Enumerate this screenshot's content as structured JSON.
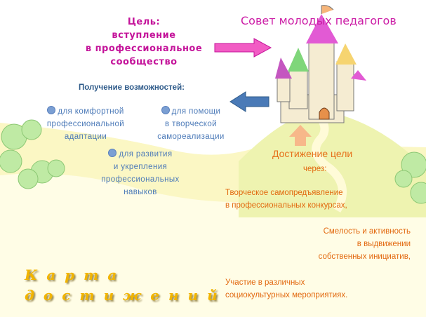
{
  "goal": {
    "lines": [
      "Цель:",
      "вступление",
      "в профессиональное",
      "сообщество"
    ]
  },
  "council_title": "Совет молодых педагогов",
  "opportunities": {
    "title": "Получение возможностей:",
    "items": [
      {
        "lines": [
          "для комфортной",
          "профессиональной",
          "адаптации"
        ]
      },
      {
        "lines": [
          "для помощи",
          "в творческой",
          "самореализации"
        ]
      },
      {
        "lines": [
          "для развития",
          "и укрепления",
          "профессиональных",
          "навыков"
        ]
      }
    ]
  },
  "achievement": {
    "title": "Достижение цели",
    "subtitle": "через:",
    "means": [
      {
        "lines": [
          "Творческое самопредъявление",
          "в профессиональных конкурсах,"
        ]
      },
      {
        "lines": [
          "Смелость и активность",
          "в выдвижении",
          "собственных инициатив,"
        ]
      },
      {
        "lines": [
          "Участие в различных",
          "социокультурных мероприятиях."
        ]
      }
    ]
  },
  "map_title": {
    "lines": [
      "Карта",
      "достижений"
    ]
  },
  "colors": {
    "goal": "#c4139a",
    "opportunities": "#4c7ab8",
    "achievement": "#e2690f",
    "map": "#f1b400"
  }
}
